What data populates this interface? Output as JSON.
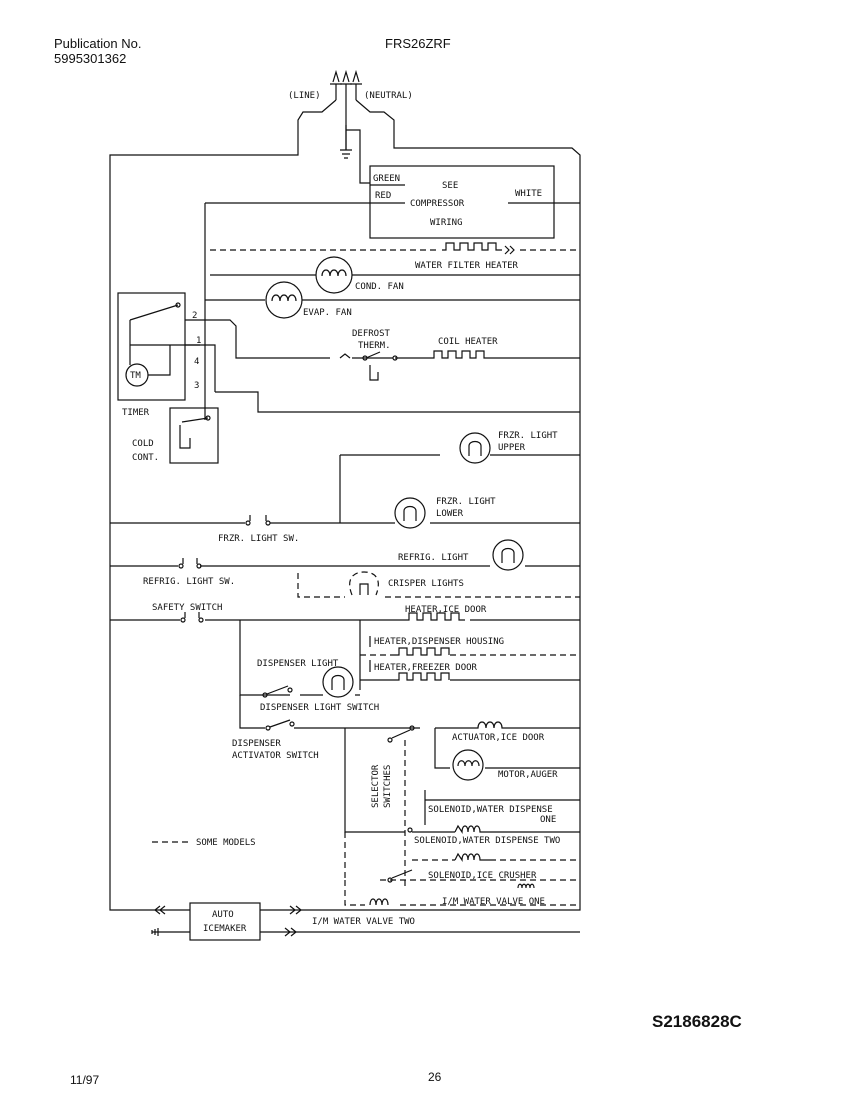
{
  "header": {
    "pub_label": "Publication No.",
    "pub_number": "5995301362",
    "model": "FRS26ZRF"
  },
  "labels": {
    "line": "(LINE)",
    "neutral": "(NEUTRAL)",
    "green": "GREEN",
    "red": "RED",
    "white": "WHITE",
    "see": "SEE",
    "compressor": "COMPRESSOR",
    "wiring": "WIRING",
    "water_filter_heater": "WATER FILTER HEATER",
    "cond_fan": "COND. FAN",
    "evap_fan": "EVAP. FAN",
    "defrost": "DEFROST",
    "therm": "THERM.",
    "coil_heater": "COIL HEATER",
    "t2": "2",
    "t1": "1",
    "t4": "4",
    "t3": "3",
    "tm": "TM",
    "timer": "TIMER",
    "cold": "COLD",
    "cont": "CONT.",
    "frzr_light": "FRZR. LIGHT",
    "upper": "UPPER",
    "lower": "LOWER",
    "frzr_light_sw": "FRZR. LIGHT SW.",
    "refrig_light": "REFRIG. LIGHT",
    "refrig_light_sw": "REFRIG. LIGHT SW.",
    "crisper_lights": "CRISPER LIGHTS",
    "safety_switch": "SAFETY SWITCH",
    "heater_ice_door": "HEATER,ICE DOOR",
    "heater_dispenser_housing": "HEATER,DISPENSER HOUSING",
    "heater_freezer_door": "HEATER,FREEZER DOOR",
    "dispenser_light": "DISPENSER LIGHT",
    "dispenser_light_switch": "DISPENSER LIGHT SWITCH",
    "dispenser": "DISPENSER",
    "activator_switch": "ACTIVATOR SWITCH",
    "actuator_ice_door": "ACTUATOR,ICE DOOR",
    "motor_auger": "MOTOR,AUGER",
    "selector": "SELECTOR",
    "switches": "SWITCHES",
    "solenoid_dispense_one": "SOLENOID,WATER DISPENSE",
    "one": "ONE",
    "solenoid_dispense_two": "SOLENOID,WATER DISPENSE TWO",
    "solenoid_ice_crusher": "SOLENOID,ICE CRUSHER",
    "im_valve_one": "I/M WATER VALVE ONE",
    "im_valve_two": "I/M WATER VALVE TWO",
    "some_models": "SOME MODELS",
    "auto": "AUTO",
    "icemaker": "ICEMAKER"
  },
  "footer": {
    "part_number": "S2186828C",
    "date": "11/97",
    "page": "26"
  }
}
